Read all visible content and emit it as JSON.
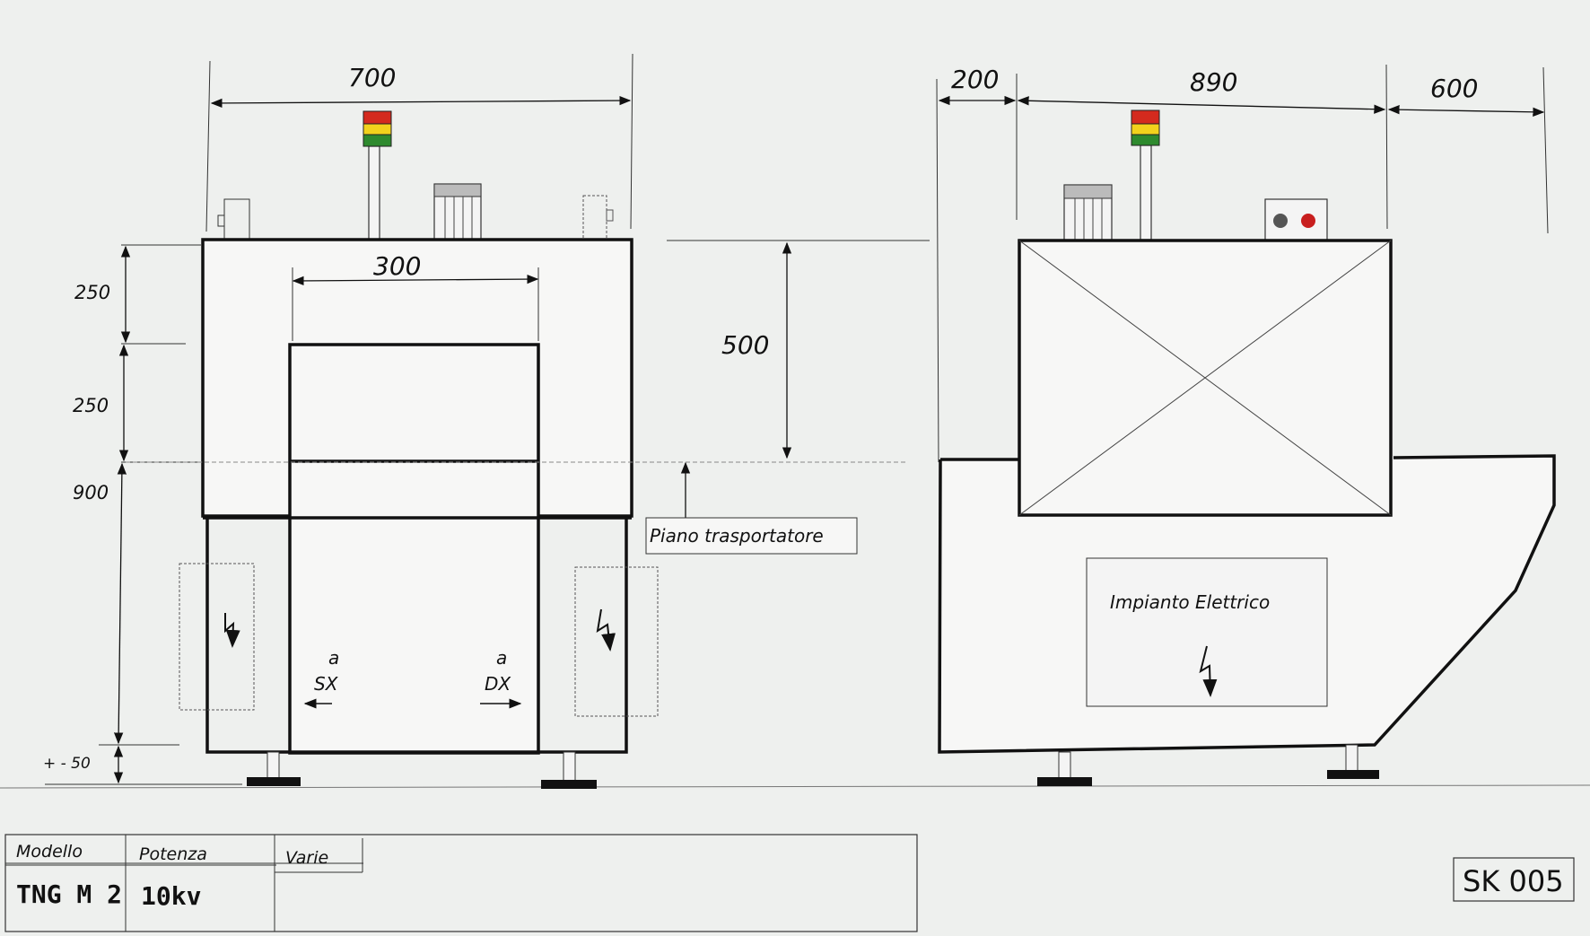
{
  "dimensions": {
    "front_width": "700",
    "inner_width": "300",
    "height_top": "250",
    "height_mid": "250",
    "height_base": "900",
    "foot_adjust": "+ - 50",
    "opening_height": "500",
    "side_left": "200",
    "side_body": "890",
    "side_right": "600"
  },
  "labels": {
    "conveyor": "Piano trasportatore",
    "electrical": "Impianto Elettrico",
    "left_a": "a",
    "left_dir": "SX",
    "right_a": "a",
    "right_dir": "DX"
  },
  "title_block": {
    "model_header": "Modello",
    "power_header": "Potenza",
    "misc_header": "Varie",
    "model_value": "TNG M 2",
    "power_value": "10kv",
    "misc_value": "",
    "drawing_code": "SK 005"
  },
  "colors": {
    "beacon_red": "#d42a1e",
    "beacon_yellow": "#f2d21c",
    "beacon_green": "#2e8a2e",
    "lamp_red": "#c81e1e",
    "lamp_gray": "#555555"
  }
}
